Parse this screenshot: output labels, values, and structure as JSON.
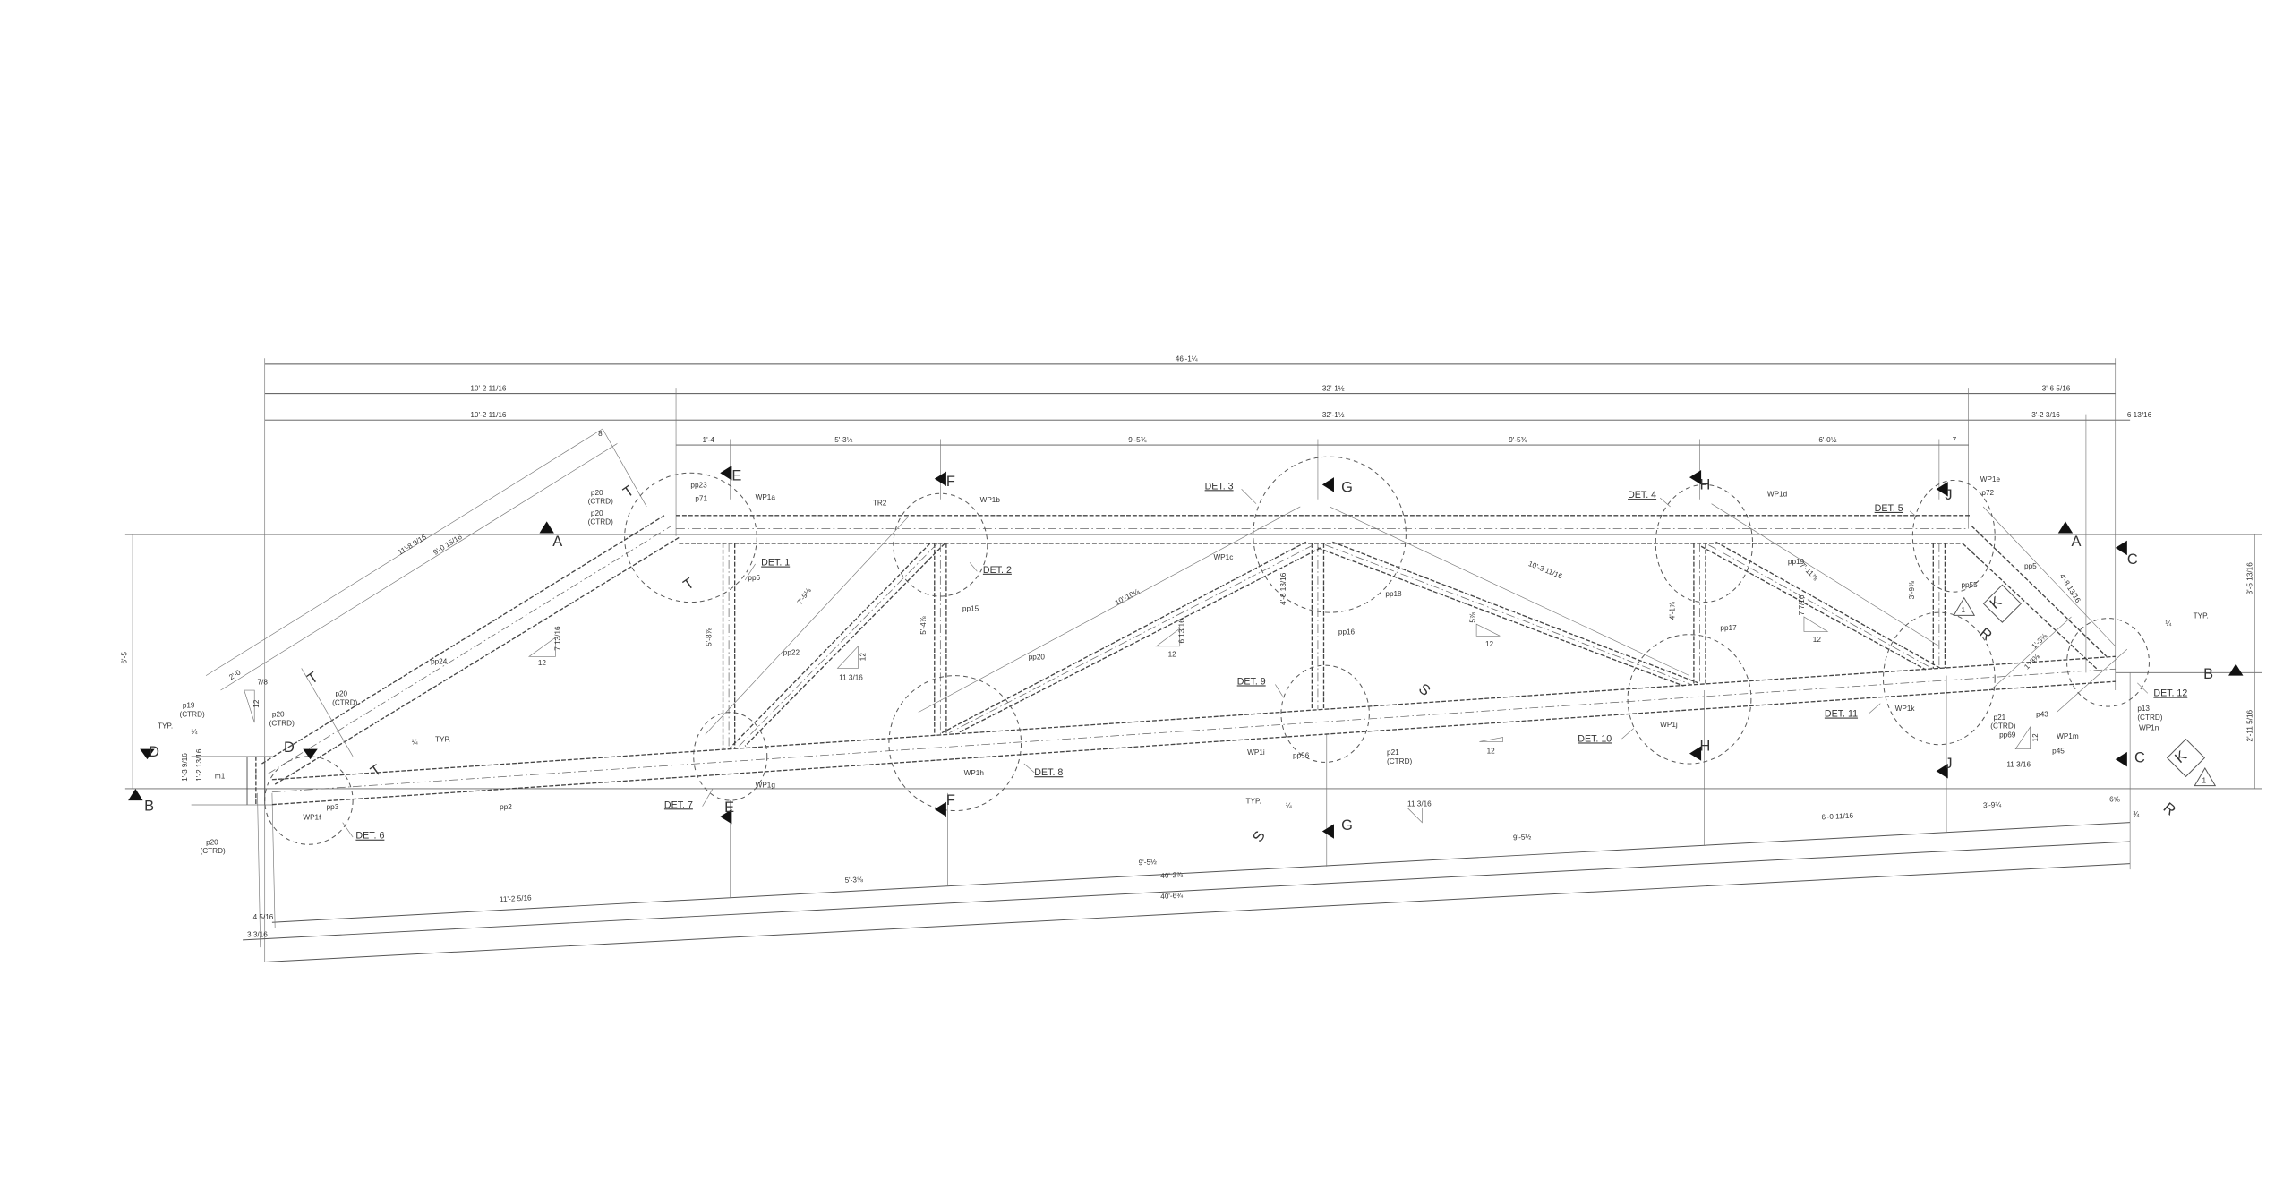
{
  "drawing": {
    "dims_top": [
      "46'-1¼",
      "10'-2 11/16",
      "32'-1½",
      "3'-6 5/16",
      "10'-2 11/16",
      "32'-1½",
      "3'-2 3/16",
      "6 13/16",
      "1'-4",
      "5'-3½",
      "9'-5¾",
      "9'-5¾",
      "6'-0½",
      "7"
    ],
    "dims_bottom": [
      "11'-2 5/16",
      "5'-3⅝",
      "9'-5½",
      "9'-5½",
      "6'-0 11/16",
      "3'-9¾",
      "6⅝",
      "40'-2⅞",
      "40'-6¾",
      "4 5/16",
      "3 3/16",
      "¾"
    ],
    "dims_vertical": [
      "6'-5",
      "3'-5 13/16",
      "2'-11 5/16",
      "5'-8⅞",
      "5'-4⅞",
      "4'-8 13/16",
      "4'-1⅞",
      "3'-9⅞",
      "1'-3 9/16",
      "1'-2 13/16"
    ],
    "dims_diagonal": [
      "11'-8 9/16",
      "9'-0 15/16",
      "2'-0",
      "8",
      "7'-9⅛",
      "10'-10⅛",
      "10'-3 11/16",
      "7'-11⅞",
      "4'-8 13/16",
      "1'-3⅝",
      "1'-3⅜"
    ],
    "slopes": [
      "7 13/16",
      "12",
      "12",
      "11 3/16",
      "6 13/16",
      "12",
      "5⅞",
      "12",
      "7 7/16",
      "12",
      "12",
      "11 3/16",
      "12",
      "11 3/16",
      "12",
      "7/8"
    ],
    "members": [
      "pp23",
      "p71",
      "WP1a",
      "TR2",
      "WP1b",
      "pp6",
      "pp15",
      "pp22",
      "pp20",
      "WP1c",
      "pp18",
      "pp16",
      "WP1d",
      "pp19",
      "pp17",
      "WP1e",
      "p72",
      "pp5",
      "pp55",
      "pp24",
      "pp2",
      "pp3",
      "WP1f",
      "WP1g",
      "WP1h",
      "WP1i",
      "pp56",
      "p21",
      "(CTRD)",
      "WP1j",
      "WP1k",
      "p43",
      "p21",
      "(CTRD)",
      "pp69",
      "WP1m",
      "p45",
      "p13",
      "(CTRD)",
      "WP1n",
      "p20",
      "(CTRD)",
      "p20",
      "(CTRD)",
      "p20",
      "(CTRD)",
      "p20",
      "(CTRD)",
      "p19",
      "(CTRD)",
      "p20",
      "(CTRD)",
      "m1"
    ],
    "notes": [
      "TYP.",
      "TYP.",
      "TYP.",
      "TYP.",
      "¼",
      "¼",
      "¼",
      "¼"
    ],
    "details": [
      "DET. 1",
      "DET. 2",
      "DET. 3",
      "DET. 4",
      "DET. 5",
      "DET. 6",
      "DET. 7",
      "DET. 8",
      "DET. 9",
      "DET. 10",
      "DET. 11",
      "DET. 12"
    ],
    "sections": [
      "A",
      "A",
      "B",
      "B",
      "C",
      "C",
      "D",
      "D",
      "E",
      "E",
      "F",
      "F",
      "G",
      "G",
      "H",
      "H",
      "J",
      "J",
      "T",
      "T",
      "T",
      "T",
      "S",
      "S",
      "R",
      "R",
      "K",
      "K",
      "1",
      "1"
    ]
  }
}
